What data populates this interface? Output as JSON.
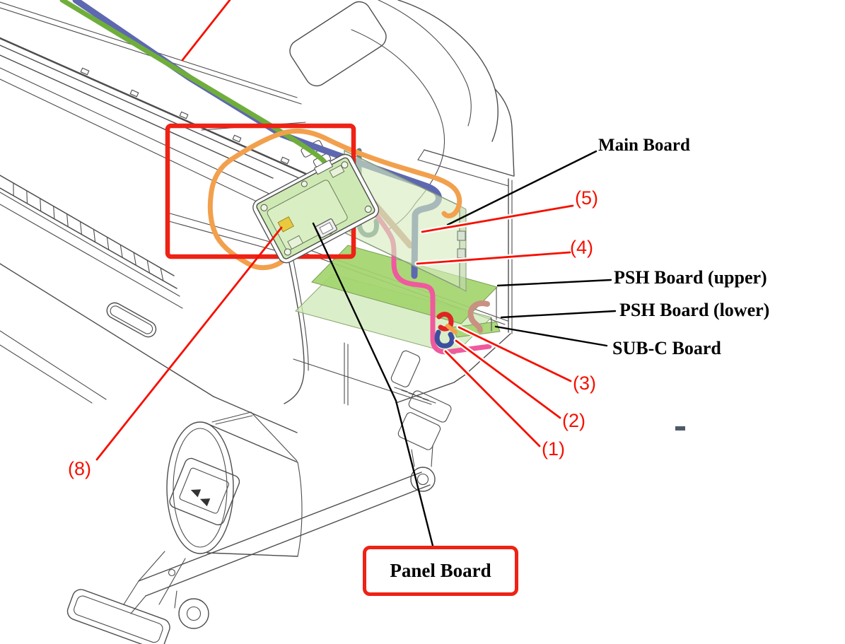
{
  "figure": {
    "type": "printer-cable-routing-diagram",
    "callouts": {
      "main_board": "Main Board",
      "num5": "(5)",
      "num4": "(4)",
      "psh_upper": "PSH Board (upper)",
      "psh_lower": "PSH Board (lower)",
      "sub_c": "SUB-C Board",
      "num3": "(3)",
      "num2": "(2)",
      "num1": "(1)",
      "num8": "(8)",
      "panel_board": "Panel Board"
    },
    "colors": {
      "annotation_red": "#f51000",
      "highlight_box_red": "#ee2215",
      "leader_black": "#000000",
      "cable_green": "#6fae3b",
      "cable_blue": "#5e68b0",
      "cable_orange": "#f2a04d",
      "cable_pink": "#f0599e",
      "cable_salmon": "#c99181",
      "cable_teal": "#5d7f80",
      "cable_red_hook": "#e02424",
      "cable_darkblue_hook": "#3d4f9f",
      "board_green": "#a3d56e",
      "board_green_light": "#d6ecbe",
      "lineart_gray": "#4d4d4d",
      "dash_gray": "#4e5a66"
    }
  }
}
